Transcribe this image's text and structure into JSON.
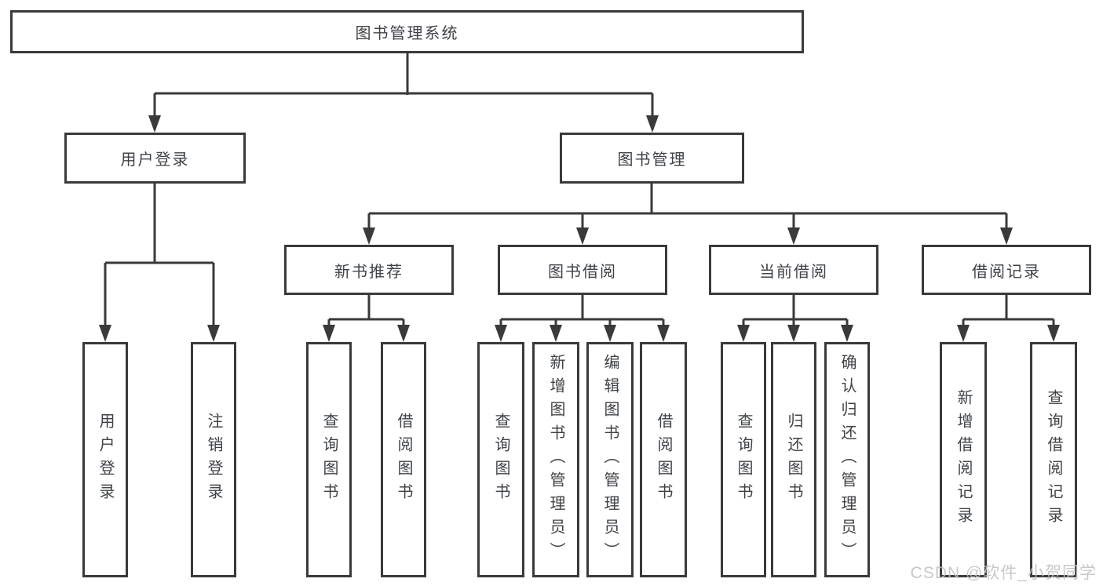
{
  "nodes": {
    "root": "图书管理系统",
    "level2": [
      {
        "label": "用户登录"
      },
      {
        "label": "图书管理"
      }
    ],
    "level3": [
      {
        "label": "新书推荐"
      },
      {
        "label": "图书借阅"
      },
      {
        "label": "当前借阅"
      },
      {
        "label": "借阅记录"
      }
    ],
    "leaves": {
      "login": [
        "用户登录",
        "注销登录"
      ],
      "newbook": [
        "查询图书",
        "借阅图书"
      ],
      "borrow": [
        "查询图书",
        "新增图书（管理员）",
        "编辑图书（管理员）",
        "借阅图书"
      ],
      "current": [
        "查询图书",
        "归还图书",
        "确认归还（管理员）"
      ],
      "records": [
        "新增借阅记录",
        "查询借阅记录"
      ]
    }
  },
  "watermark": "CSDN @软件_小贺同学",
  "colors": {
    "line": "#3a3a3c",
    "text": "#3f4347",
    "watermark": "#bfc1c3",
    "background": "#ffffff"
  }
}
